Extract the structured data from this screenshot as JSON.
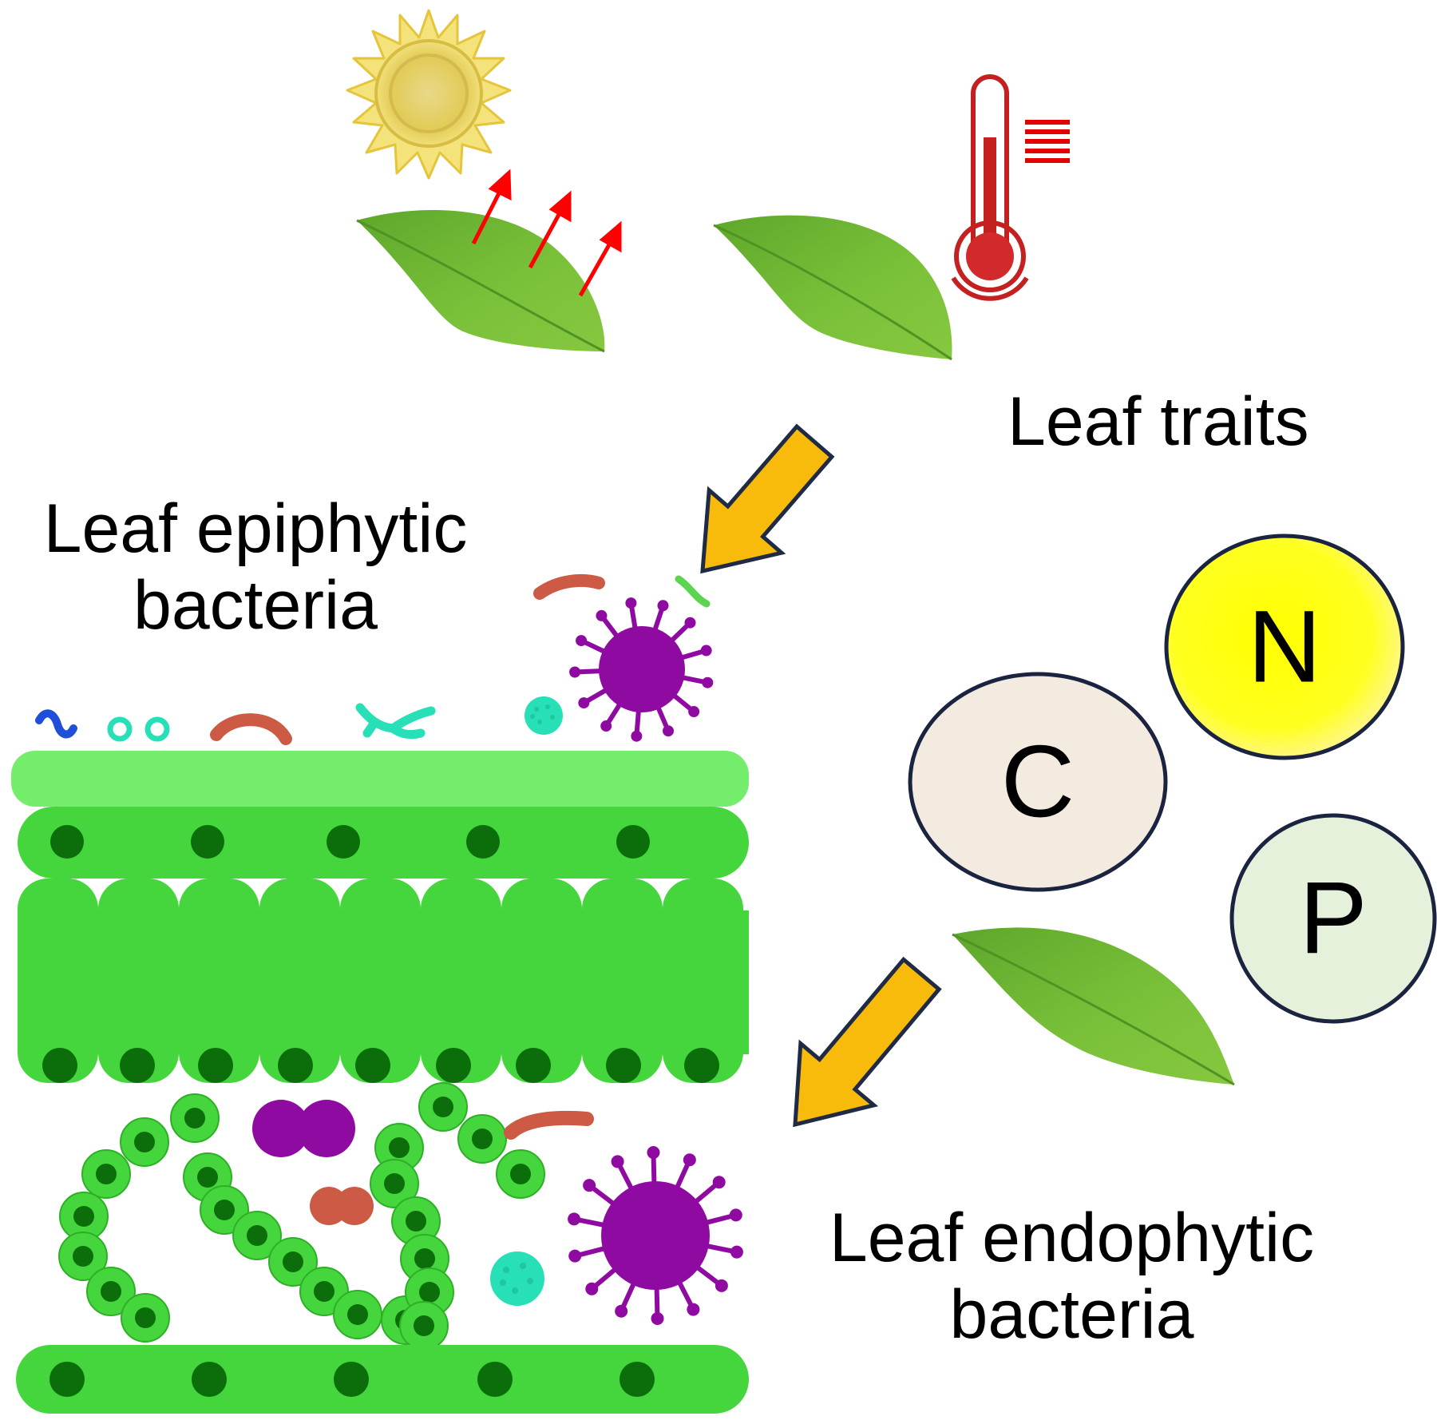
{
  "labels": {
    "leaf_traits": "Leaf traits",
    "epiphytic_line1": "Leaf epiphytic",
    "epiphytic_line2": "bacteria",
    "endophytic_line1": "Leaf endophytic",
    "endophytic_line2": "bacteria"
  },
  "nutrients": {
    "n": "N",
    "c": "C",
    "p": "P"
  },
  "icons": {
    "sun": "sun-icon",
    "thermometer": "thermometer-icon",
    "leaf": "leaf-icon",
    "arrow": "yellow-arrow-icon",
    "bacterium": "bacterium-icon",
    "virus": "virus-like-microbe-icon"
  },
  "colors": {
    "leaf_green": "#7dc33a",
    "tissue_green": "#44d63c",
    "cuticle_green": "#74ec6c",
    "nucleus_green": "#0b6e0b",
    "arrow_yellow": "#f8bb0c",
    "arrow_outline": "#1f2a44",
    "n_fill": "#ffff00",
    "c_fill": "#f3ebe0",
    "p_fill": "#e6f1dc",
    "microbe_purple": "#8f0aa1",
    "microbe_red": "#cc5a45",
    "microbe_teal": "#27e0b8",
    "microbe_blue": "#1f4fd8",
    "heat_red": "#e20000"
  }
}
